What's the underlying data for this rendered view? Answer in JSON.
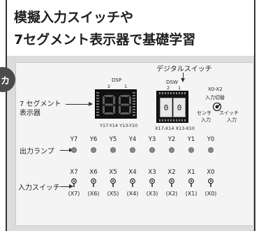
{
  "title": {
    "line1": "模擬入力スイッチや",
    "line2": "7セグメント表示器で基礎学習"
  },
  "side_badge": "カ",
  "callouts": {
    "digital_switch": "デジタルスイッチ",
    "seven_segment_line1": "7 セグメント",
    "seven_segment_line2": "表示器",
    "output_lamp": "出力ランプ",
    "input_switch": "入力スイッチ"
  },
  "dsp": {
    "label": "DSP",
    "digit_numbers": [
      "2",
      "1"
    ],
    "bottom_label": "Y17-Y14 Y13-Y10"
  },
  "dsw": {
    "label": "DSW",
    "digit_numbers": [
      "2",
      "1"
    ],
    "values": [
      "0",
      "0"
    ],
    "bottom_label": "X17-X14 X13-X10"
  },
  "selector": {
    "range": "X0-X2",
    "title": "入力切替",
    "left_line1": "センサ",
    "left_line2": "入力",
    "right_line1": "スイッチ",
    "right_line2": "入力"
  },
  "outputs": [
    "Y7",
    "Y6",
    "Y5",
    "Y4",
    "Y3",
    "Y2",
    "Y1",
    "Y0"
  ],
  "inputs": [
    "X7",
    "X6",
    "X5",
    "X4",
    "X3",
    "X2",
    "X1",
    "X0"
  ],
  "input_subs": [
    "(X7)",
    "(X6)",
    "(X5)",
    "(X4)",
    "(X3)",
    "(X2)",
    "(X1)",
    "(X0)"
  ],
  "colors": {
    "panel_bg": "#f4f4f4",
    "frame_bg": "#dcdcdc",
    "segment_off": "#5f5f5f",
    "led_off": "#8a8a8a",
    "badge": "#4b4b4b"
  }
}
